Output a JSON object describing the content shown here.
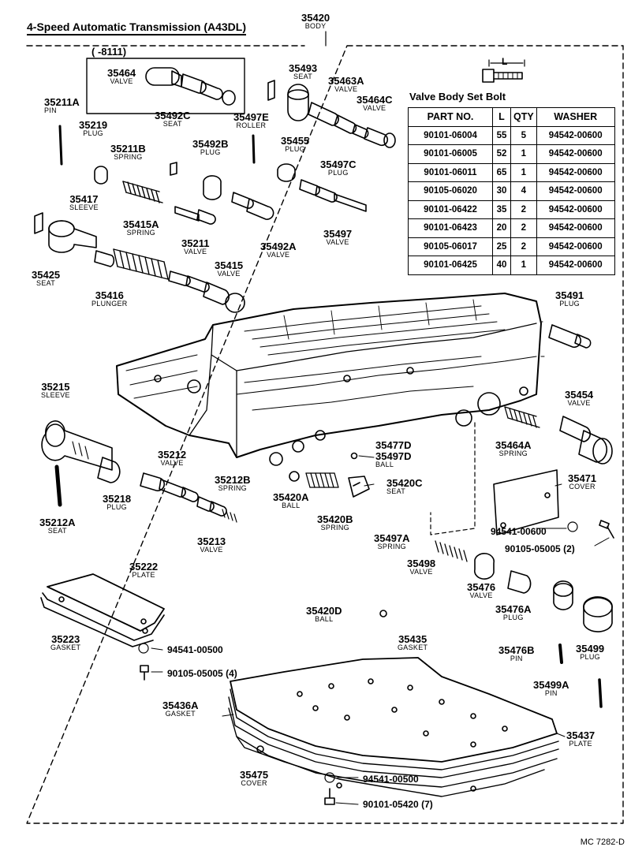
{
  "title": "4-Speed Automatic Transmission (A43DL)",
  "footer": "MC 7282-D",
  "bracket_note": "(    -8111)",
  "l_mark": "L",
  "bolt_table": {
    "caption": "Valve Body Set Bolt",
    "headers": [
      "PART NO.",
      "L",
      "QTY",
      "WASHER"
    ],
    "rows": [
      [
        "90101-06004",
        "55",
        "5",
        "94542-00600"
      ],
      [
        "90101-06005",
        "52",
        "1",
        "94542-00600"
      ],
      [
        "90101-06011",
        "65",
        "1",
        "94542-00600"
      ],
      [
        "90105-06020",
        "30",
        "4",
        "94542-00600"
      ],
      [
        "90101-06422",
        "35",
        "2",
        "94542-00600"
      ],
      [
        "90101-06423",
        "20",
        "2",
        "94542-00600"
      ],
      [
        "90105-06017",
        "25",
        "2",
        "94542-00600"
      ],
      [
        "90101-06425",
        "40",
        "1",
        "94542-00600"
      ]
    ]
  },
  "parts": {
    "p35420": {
      "pn": "35420",
      "nm": "BODY"
    },
    "p35464": {
      "pn": "35464",
      "nm": "VALVE"
    },
    "p35493": {
      "pn": "35493",
      "nm": "SEAT"
    },
    "p35463A": {
      "pn": "35463A",
      "nm": "VALVE"
    },
    "p35464C": {
      "pn": "35464C",
      "nm": "VALVE"
    },
    "p35211A": {
      "pn": "35211A",
      "nm": "PIN"
    },
    "p35219": {
      "pn": "35219",
      "nm": "PLUG"
    },
    "p35492C": {
      "pn": "35492C",
      "nm": "SEAT"
    },
    "p35497E": {
      "pn": "35497E",
      "nm": "ROLLER"
    },
    "p35455": {
      "pn": "35455",
      "nm": "PLUG"
    },
    "p35211B": {
      "pn": "35211B",
      "nm": "SPRING"
    },
    "p35492B": {
      "pn": "35492B",
      "nm": "PLUG"
    },
    "p35497C": {
      "pn": "35497C",
      "nm": "PLUG"
    },
    "p35417": {
      "pn": "35417",
      "nm": "SLEEVE"
    },
    "p35415A": {
      "pn": "35415A",
      "nm": "SPRING"
    },
    "p35211": {
      "pn": "35211",
      "nm": "VALVE"
    },
    "p35492A": {
      "pn": "35492A",
      "nm": "VALVE"
    },
    "p35497": {
      "pn": "35497",
      "nm": "VALVE"
    },
    "p35425": {
      "pn": "35425",
      "nm": "SEAT"
    },
    "p35415": {
      "pn": "35415",
      "nm": "VALVE"
    },
    "p35416": {
      "pn": "35416",
      "nm": "PLUNGER"
    },
    "p35491": {
      "pn": "35491",
      "nm": "PLUG"
    },
    "p35215": {
      "pn": "35215",
      "nm": "SLEEVE"
    },
    "p35454": {
      "pn": "35454",
      "nm": "VALVE"
    },
    "p35477D": {
      "pn": "35477D",
      "nm": ""
    },
    "p35497D": {
      "pn": "35497D",
      "nm": "BALL"
    },
    "p35212": {
      "pn": "35212",
      "nm": "VALVE"
    },
    "p35464A": {
      "pn": "35464A",
      "nm": "SPRING"
    },
    "p35212B": {
      "pn": "35212B",
      "nm": "SPRING"
    },
    "p35218": {
      "pn": "35218",
      "nm": "PLUG"
    },
    "p35420A": {
      "pn": "35420A",
      "nm": "BALL"
    },
    "p35420C": {
      "pn": "35420C",
      "nm": "SEAT"
    },
    "p35471": {
      "pn": "35471",
      "nm": "COVER"
    },
    "p35212A": {
      "pn": "35212A",
      "nm": "SEAT"
    },
    "p35420B": {
      "pn": "35420B",
      "nm": "SPRING"
    },
    "p35213": {
      "pn": "35213",
      "nm": "VALVE"
    },
    "p35497A": {
      "pn": "35497A",
      "nm": "SPRING"
    },
    "p35498": {
      "pn": "35498",
      "nm": "VALVE"
    },
    "p35222": {
      "pn": "35222",
      "nm": "PLATE"
    },
    "p35476": {
      "pn": "35476",
      "nm": "VALVE"
    },
    "p35420D": {
      "pn": "35420D",
      "nm": "BALL"
    },
    "p35476A": {
      "pn": "35476A",
      "nm": "PLUG"
    },
    "p35223": {
      "pn": "35223",
      "nm": "GASKET"
    },
    "p35435": {
      "pn": "35435",
      "nm": "GASKET"
    },
    "p35476B": {
      "pn": "35476B",
      "nm": "PIN"
    },
    "p35499": {
      "pn": "35499",
      "nm": "PLUG"
    },
    "p35499A": {
      "pn": "35499A",
      "nm": "PIN"
    },
    "p35436A": {
      "pn": "35436A",
      "nm": "GASKET"
    },
    "p35437": {
      "pn": "35437",
      "nm": "PLATE"
    },
    "p35475": {
      "pn": "35475",
      "nm": "COVER"
    }
  },
  "hardware": {
    "w1": "94541-00600",
    "b1": "90105-05005 (2)",
    "w2": "94541-00500",
    "b2": "90105-05005 (4)",
    "w3": "94541-00500",
    "b3": "90101-05420 (7)"
  }
}
